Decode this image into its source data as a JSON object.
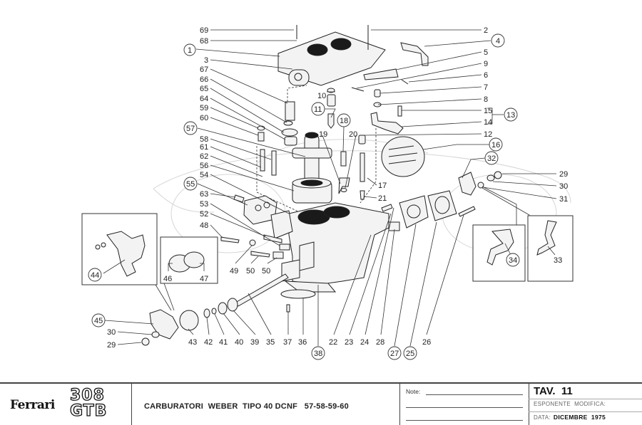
{
  "diagram": {
    "subject": "Weber 40 DCNF carburettor exploded view",
    "callouts": [
      {
        "id": "69",
        "circled": false
      },
      {
        "id": "68",
        "circled": false
      },
      {
        "id": "1",
        "circled": true
      },
      {
        "id": "3",
        "circled": false
      },
      {
        "id": "67",
        "circled": false
      },
      {
        "id": "66",
        "circled": false
      },
      {
        "id": "65",
        "circled": false
      },
      {
        "id": "64",
        "circled": false
      },
      {
        "id": "59",
        "circled": false
      },
      {
        "id": "60",
        "circled": false
      },
      {
        "id": "57",
        "circled": true
      },
      {
        "id": "58",
        "circled": false
      },
      {
        "id": "61",
        "circled": false
      },
      {
        "id": "62",
        "circled": false
      },
      {
        "id": "56",
        "circled": false
      },
      {
        "id": "54",
        "circled": false
      },
      {
        "id": "55",
        "circled": true
      },
      {
        "id": "63",
        "circled": false
      },
      {
        "id": "53",
        "circled": false
      },
      {
        "id": "52",
        "circled": false
      },
      {
        "id": "48",
        "circled": false
      },
      {
        "id": "49",
        "circled": false
      },
      {
        "id": "50",
        "circled": false
      },
      {
        "id": "50b",
        "circled": false
      },
      {
        "id": "2",
        "circled": false
      },
      {
        "id": "4",
        "circled": true
      },
      {
        "id": "5",
        "circled": false
      },
      {
        "id": "9",
        "circled": false
      },
      {
        "id": "6",
        "circled": false
      },
      {
        "id": "7",
        "circled": false
      },
      {
        "id": "8",
        "circled": false
      },
      {
        "id": "15",
        "circled": false
      },
      {
        "id": "14",
        "circled": false
      },
      {
        "id": "13",
        "circled": true
      },
      {
        "id": "12",
        "circled": false
      },
      {
        "id": "16",
        "circled": true
      },
      {
        "id": "10",
        "circled": false
      },
      {
        "id": "11",
        "circled": true
      },
      {
        "id": "18",
        "circled": true
      },
      {
        "id": "19",
        "circled": false
      },
      {
        "id": "20",
        "circled": false
      },
      {
        "id": "17",
        "circled": false
      },
      {
        "id": "21",
        "circled": false
      },
      {
        "id": "32",
        "circled": true
      },
      {
        "id": "29",
        "circled": false
      },
      {
        "id": "30",
        "circled": false
      },
      {
        "id": "31",
        "circled": false
      },
      {
        "id": "34",
        "circled": true
      },
      {
        "id": "33",
        "circled": false
      },
      {
        "id": "44",
        "circled": true
      },
      {
        "id": "46",
        "circled": false
      },
      {
        "id": "47",
        "circled": false
      },
      {
        "id": "45",
        "circled": true
      },
      {
        "id": "30b",
        "circled": false
      },
      {
        "id": "29b",
        "circled": false
      },
      {
        "id": "43",
        "circled": false
      },
      {
        "id": "42",
        "circled": false
      },
      {
        "id": "41",
        "circled": false
      },
      {
        "id": "40",
        "circled": false
      },
      {
        "id": "39",
        "circled": false
      },
      {
        "id": "35",
        "circled": false
      },
      {
        "id": "37",
        "circled": false
      },
      {
        "id": "36",
        "circled": false
      },
      {
        "id": "38",
        "circled": true
      },
      {
        "id": "22",
        "circled": false
      },
      {
        "id": "23",
        "circled": false
      },
      {
        "id": "24",
        "circled": false
      },
      {
        "id": "28",
        "circled": false
      },
      {
        "id": "27",
        "circled": true
      },
      {
        "id": "25",
        "circled": true
      },
      {
        "id": "26",
        "circled": false
      }
    ],
    "labels": {
      "l69": "69",
      "l68": "68",
      "l1": "1",
      "l3": "3",
      "l67": "67",
      "l66": "66",
      "l65": "65",
      "l64": "64",
      "l59": "59",
      "l60": "60",
      "l57": "57",
      "l58": "58",
      "l61": "61",
      "l62": "62",
      "l56": "56",
      "l54": "54",
      "l55": "55",
      "l63": "63",
      "l53": "53",
      "l52": "52",
      "l48": "48",
      "l49": "49",
      "l50a": "50",
      "l50b": "50",
      "l2": "2",
      "l4": "4",
      "l5": "5",
      "l9": "9",
      "l6": "6",
      "l7": "7",
      "l8": "8",
      "l15": "15",
      "l14": "14",
      "l13": "13",
      "l12": "12",
      "l16": "16",
      "l10": "10",
      "l11": "11",
      "l18": "18",
      "l19": "19",
      "l20": "20",
      "l17": "17",
      "l21": "21",
      "l32": "32",
      "l29a": "29",
      "l30a": "30",
      "l31": "31",
      "l34": "34",
      "l33": "33",
      "l44": "44",
      "l46": "46",
      "l47": "47",
      "l45": "45",
      "l30b": "30",
      "l29b": "29",
      "l43": "43",
      "l42": "42",
      "l41": "41",
      "l40": "40",
      "l39": "39",
      "l35": "35",
      "l37": "37",
      "l36": "36",
      "l38": "38",
      "l22": "22",
      "l23": "23",
      "l24": "24",
      "l28": "28",
      "l27": "27",
      "l25": "25",
      "l26": "26"
    }
  },
  "footer": {
    "brand": "Ferrari",
    "model_line1": "308",
    "model_line2": "GTB",
    "title": "CARBURATORI  WEBER  TIPO 40 DCNF   57-58-59-60",
    "note_label": "Note:",
    "table_label": "TAV.  11",
    "revision_label": "ESPONENTE  MODIFICA:",
    "date_label": "DATA:",
    "date_value": "DICEMBRE  1975"
  }
}
